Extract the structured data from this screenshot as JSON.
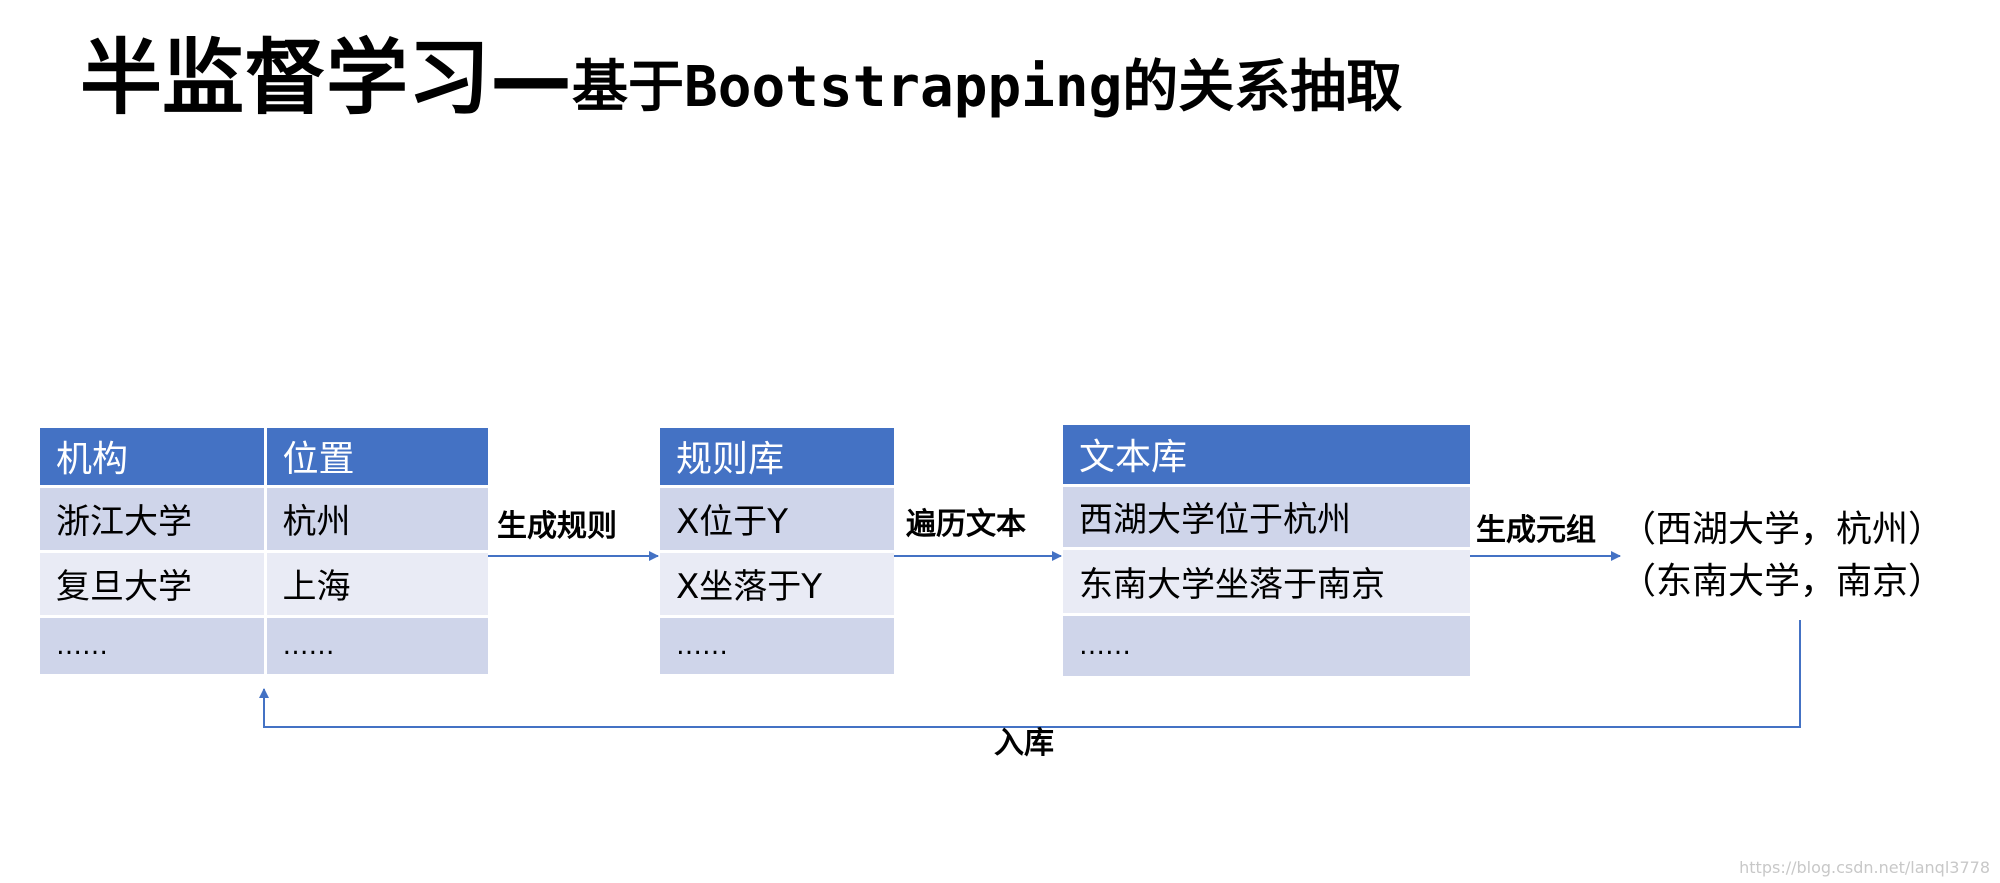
{
  "title": {
    "main": "半监督学习—",
    "sub": "基于Bootstrapping的关系抽取"
  },
  "table_org": {
    "headers": [
      "机构",
      "位置"
    ],
    "rows": [
      [
        "浙江大学",
        "杭州"
      ],
      [
        "复旦大学",
        "上海"
      ],
      [
        "……",
        "……"
      ]
    ]
  },
  "table_rules": {
    "header": "规则库",
    "rows": [
      "X位于Y",
      "X坐落于Y",
      "……"
    ]
  },
  "table_text": {
    "header": "文本库",
    "rows": [
      "西湖大学位于杭州",
      "东南大学坐落于南京",
      "……"
    ]
  },
  "arrows": {
    "gen_rules": "生成规则",
    "traverse": "遍历文本",
    "gen_tuples": "生成元组",
    "store": "入库"
  },
  "tuples": [
    "（西湖大学，杭州）",
    "（东南大学，南京）"
  ],
  "watermark": "https://blog.csdn.net/lanql3778",
  "colors": {
    "header": "#4472c4",
    "row_dark": "#cfd5ea",
    "row_light": "#e9ebf5",
    "arrow": "#4472c4"
  }
}
